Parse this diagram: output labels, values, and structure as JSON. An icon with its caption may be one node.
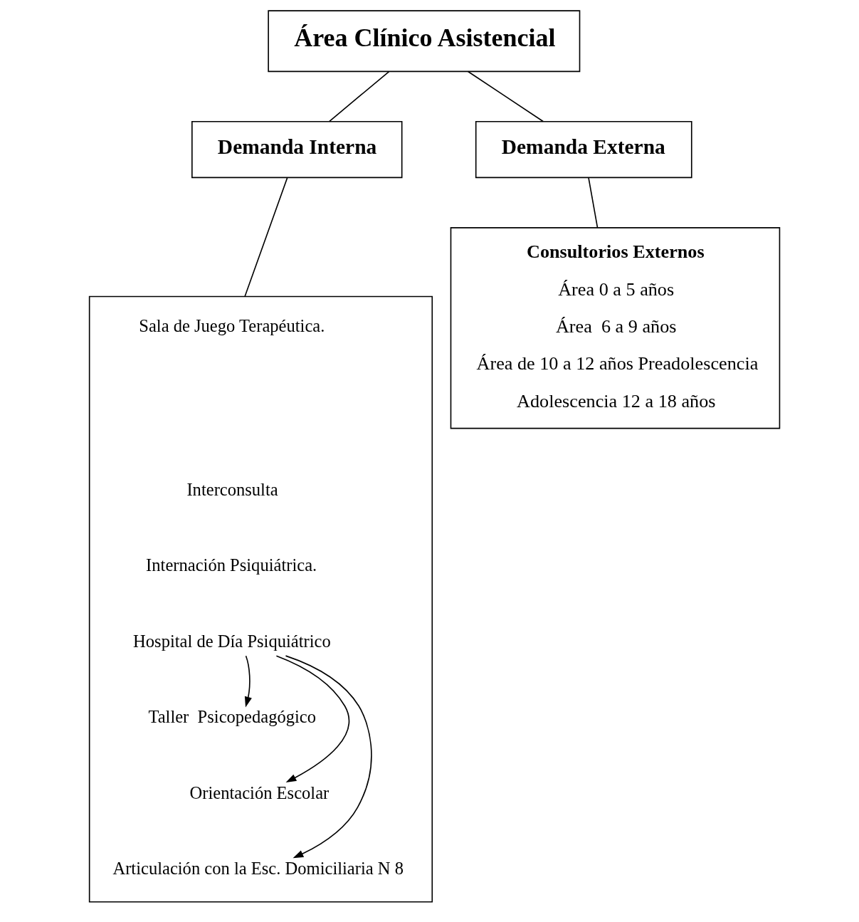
{
  "diagram": {
    "nodes": [
      {
        "text": [
          "Área Clínico Asistencial"
        ]
      },
      {
        "text": [
          "Demanda Interna"
        ]
      },
      {
        "text": [
          "Demanda Externa"
        ]
      },
      {
        "text": [],
        "shape": "box"
      },
      {
        "text": [
          "Sala de Juego Terapéutica."
        ],
        "in": 3
      },
      {
        "text": [
          "Interconsulta"
        ],
        "in": 3
      },
      {
        "text": [
          "Internación Psiquiátrica."
        ],
        "in": 3
      },
      {
        "text": [
          "Hospital de Día Psiquiátrico"
        ],
        "in": 3
      },
      {
        "text": [
          "Taller  Psicopedagógico"
        ],
        "in": 3
      },
      {
        "text": [
          "Orientación Escolar"
        ],
        "in": 3
      },
      {
        "text": [
          "Articulación con la Esc. Domiciliaria N 8"
        ],
        "in": 3
      },
      {
        "text": [
          "Consultorios Externos",
          "Área 0 a 5 años",
          "Área  6 a 9 años",
          "Área de 10 a 12 años Preadolescencia",
          "Adolescencia 12 a 18 años"
        ]
      }
    ],
    "edges": [
      {
        "from": 0,
        "to": 1,
        "arrow": "none"
      },
      {
        "from": 0,
        "to": 2,
        "arrow": "none"
      },
      {
        "from": 1,
        "to": 3,
        "arrow": "none"
      },
      {
        "from": 2,
        "to": 11,
        "arrow": "none"
      },
      {
        "from": 7,
        "to": 8,
        "arrow": "to"
      },
      {
        "from": 7,
        "to": 9,
        "arrow": "to"
      },
      {
        "from": 7,
        "to": 10,
        "arrow": "to"
      }
    ]
  }
}
